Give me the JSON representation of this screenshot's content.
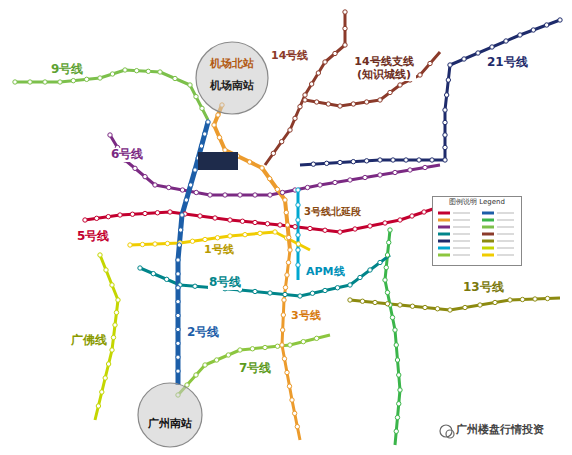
{
  "diagram": {
    "nodes": [
      {
        "text": [
          "机场北站",
          "机场南站"
        ]
      },
      {
        "text": [
          "广州南站"
        ]
      },
      {
        "text": [
          "图例说明 Legend"
        ]
      }
    ],
    "labels": [
      "14号线",
      "14号线支线 (知识城线)",
      "21号线",
      "9号线",
      "6号线",
      "5号线",
      "1号线",
      "3号线北延段",
      "APM线",
      "8号线",
      "3号线",
      "2号线",
      "7号线",
      "13号线",
      "广佛线",
      "广州楼盘行情投资"
    ]
  }
}
